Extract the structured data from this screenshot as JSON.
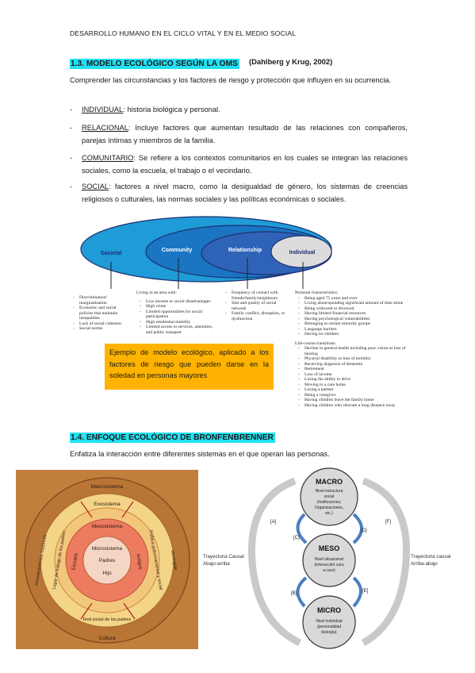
{
  "header": {
    "running_title": "DESARROLLO HUMANO EN EL CICLO VITAL Y EN EL MEDIO SOCIAL"
  },
  "section1": {
    "title": "1.3. MODELO ECOLÓGICO SEGÚN LA OMS",
    "citation": "(Dahlberg y Krug, 2002)",
    "intro": "Comprender las circunstancias y los factores de riesgo y protección que influyen en su ocurrencia.",
    "bullets": [
      {
        "dash": "-",
        "term": "INDIVIDUAL",
        "text": ": historia biológica y personal."
      },
      {
        "dash": "-",
        "term": "RELACIONAL",
        "text": ": Incluye factores que aumentan resultado de las relaciones con compañeros, parejas íntimas y miembros de la familia."
      },
      {
        "dash": "-",
        "term": "COMUNITARIO",
        "text": ": Se refiere a los contextos comunitarios en los cuales se integran las relaciones sociales, como la escuela, el trabajo o el vecindario."
      },
      {
        "dash": "-",
        "term": "SOCIAL",
        "text": ": factores a nivel macro, como la desigualdad de género, los sistemas de creencias religiosos o culturales, las normas sociales y las políticas económicas o sociales."
      }
    ]
  },
  "oms_diagram": {
    "levels": [
      "Societal",
      "Community",
      "Relationship",
      "Individual"
    ],
    "colors": {
      "societal": "#1f9bd7",
      "community": "#1a75c2",
      "relationship": "#2f63b8",
      "individual": "#dcdcdc",
      "outline": "#1d2f6f"
    },
    "societal_items": [
      "Discrimination/ marginalisation",
      "Economic and social policies that maintain inequalities",
      "Lack of social cohesion",
      "Social norms"
    ],
    "community_heading": "Living in an area with:",
    "community_items": [
      "Low income or social disadvantages",
      "High crime",
      "Limited opportunities for social participation",
      "High residential mobility",
      "Limited access to services, amenities, and public transport"
    ],
    "relationship_items": [
      "Frequency of contact with friends/family/neighbours",
      "Size and quality of social network",
      "Family conflict, disruption, or dysfunction"
    ],
    "individual_heading": "Personal characteristics:",
    "individual_items": [
      "Being aged 75 years and over",
      "Living alone/spending significant amount of time alone",
      "Being widowed or divorced",
      "Having limited financial resources",
      "Having psychological vulnerabilities",
      "Belonging to certain minority groups",
      "Language barriers",
      "Having no children"
    ],
    "transitions_heading": "Life-course transitions:",
    "transitions_items": [
      "Decline in general health including poor vision or loss of hearing",
      "Physical disability or loss of mobility",
      "Receiving diagnosis of dementia",
      "Retirement",
      "Loss of income",
      "Losing the ability to drive",
      "Moving to a care home",
      "Losing a partner",
      "Being a caregiver",
      "Having children leave the family home",
      "Having children who relocate a long distance away"
    ]
  },
  "orange_note": "Ejemplo de modelo ecológico, aplicado a los factores de riesgo que pueden darse en la soledad en personas mayores",
  "section2": {
    "title": "1.4. ENFOQUE ECOLÓGICO DE BRONFENBRENNER",
    "intro": "Enfatiza la interacción entre diferentes sistemas en el que operan las personas."
  },
  "bronfenbrenner_rings": {
    "macro": "Macrosistema",
    "exo": "Exosistema",
    "meso": "Mesosistema",
    "micro": "Microsistema",
    "padres": "Padres",
    "hijo": "Hijo",
    "escuela": "Escuela",
    "amigos": "Amigos",
    "lugar_trabajo": "Lugar de trabajo de los padres",
    "politica": "Política gubernamental y social",
    "red_social": "Red social de los padres",
    "acontecimientos": "Acontecimientos históricos",
    "ideologias": "Ideologías",
    "cultura": "Cultura",
    "colors": {
      "outer": "#c27f3c",
      "exo": "#f4d486",
      "meso": "#f3c77b",
      "micro": "#ec7b60",
      "center": "#f5d6c4"
    }
  },
  "levels_diagram": {
    "macro_title": "MACRO",
    "macro_text": [
      "Nivel estructura",
      "social",
      "(Instituciones,",
      "Organizaciones,",
      "etc.)"
    ],
    "meso_title": "MESO",
    "meso_text": [
      "Nivel situacional",
      "(interacción cara",
      "a cara)"
    ],
    "micro_title": "MICRO",
    "micro_text": [
      "Nivel individual",
      "(personalidad",
      "biología)"
    ],
    "labels": {
      "a": "[A]",
      "b": "[B]",
      "c": "[C]",
      "d": "[D]",
      "e": "[E]",
      "f": "[F]"
    },
    "left_caption": [
      "Trayectoria Causal",
      "Abajo-arriba"
    ],
    "right_caption": [
      "Trayectoria causal",
      "Arriba-abajo"
    ]
  }
}
